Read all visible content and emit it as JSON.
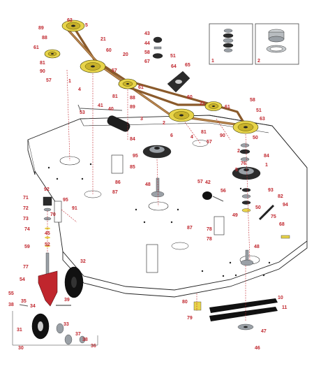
{
  "callouts": {
    "c63a": "63",
    "c5a": "5",
    "c89a": "89",
    "c88a": "88",
    "c61a": "61",
    "c21a": "21",
    "c60a": "60",
    "c20": "20",
    "c81a": "81",
    "c90a": "90",
    "c57a": "57",
    "c1a": "1",
    "c4a": "4",
    "c43": "43",
    "c44": "44",
    "c58a": "58",
    "c51a": "51",
    "c67": "67",
    "c64": "64",
    "c65": "65",
    "c57b": "57",
    "c61b": "61",
    "c81b": "81",
    "c89b": "89",
    "c88b": "88",
    "c41": "41",
    "c40": "40",
    "c53": "53",
    "c3": "3",
    "c2a": "2",
    "c6": "6",
    "c60b": "60",
    "c21b": "21",
    "c61c": "61",
    "c58b": "58",
    "c51b": "51",
    "c63b": "63",
    "c81c": "81",
    "c4b": "4",
    "c90b": "90",
    "c57c": "57",
    "c50a": "50",
    "c84a": "84",
    "c95": "95",
    "c85": "85",
    "c84b": "84",
    "c2b": "2",
    "c1b": "1",
    "c5b": "5",
    "c86": "86",
    "c87a": "87",
    "c48a": "48",
    "c57d": "57",
    "c42": "42",
    "c56": "56",
    "c76": "76",
    "c92": "92",
    "c71": "71",
    "c72": "72",
    "c73": "73",
    "c74": "74",
    "c95b": "95",
    "c91": "91",
    "c70": "70",
    "c45": "45",
    "c59": "59",
    "c52": "52",
    "c93": "93",
    "c82": "82",
    "c94": "94",
    "c50b": "50",
    "c75": "75",
    "c68": "68",
    "c49": "49",
    "c78a": "78",
    "c87b": "87",
    "c78b": "78",
    "c77": "77",
    "c32": "32",
    "c54": "54",
    "c55": "55",
    "c35": "35",
    "c38a": "38",
    "c39": "39",
    "c48b": "48",
    "c80": "80",
    "c79": "79",
    "c10": "10",
    "c11": "11",
    "c47": "47",
    "c46": "46",
    "c34": "34",
    "c31": "31",
    "c33": "33",
    "c37": "37",
    "c38b": "38",
    "c36": "36",
    "c30": "30"
  },
  "insets": {
    "left_label": "1",
    "right_label": "2"
  },
  "colors": {
    "callout": "#c0262d",
    "pulley": "#e8d44a",
    "belt": "#8a5a2b",
    "deck": "#ffffff"
  }
}
